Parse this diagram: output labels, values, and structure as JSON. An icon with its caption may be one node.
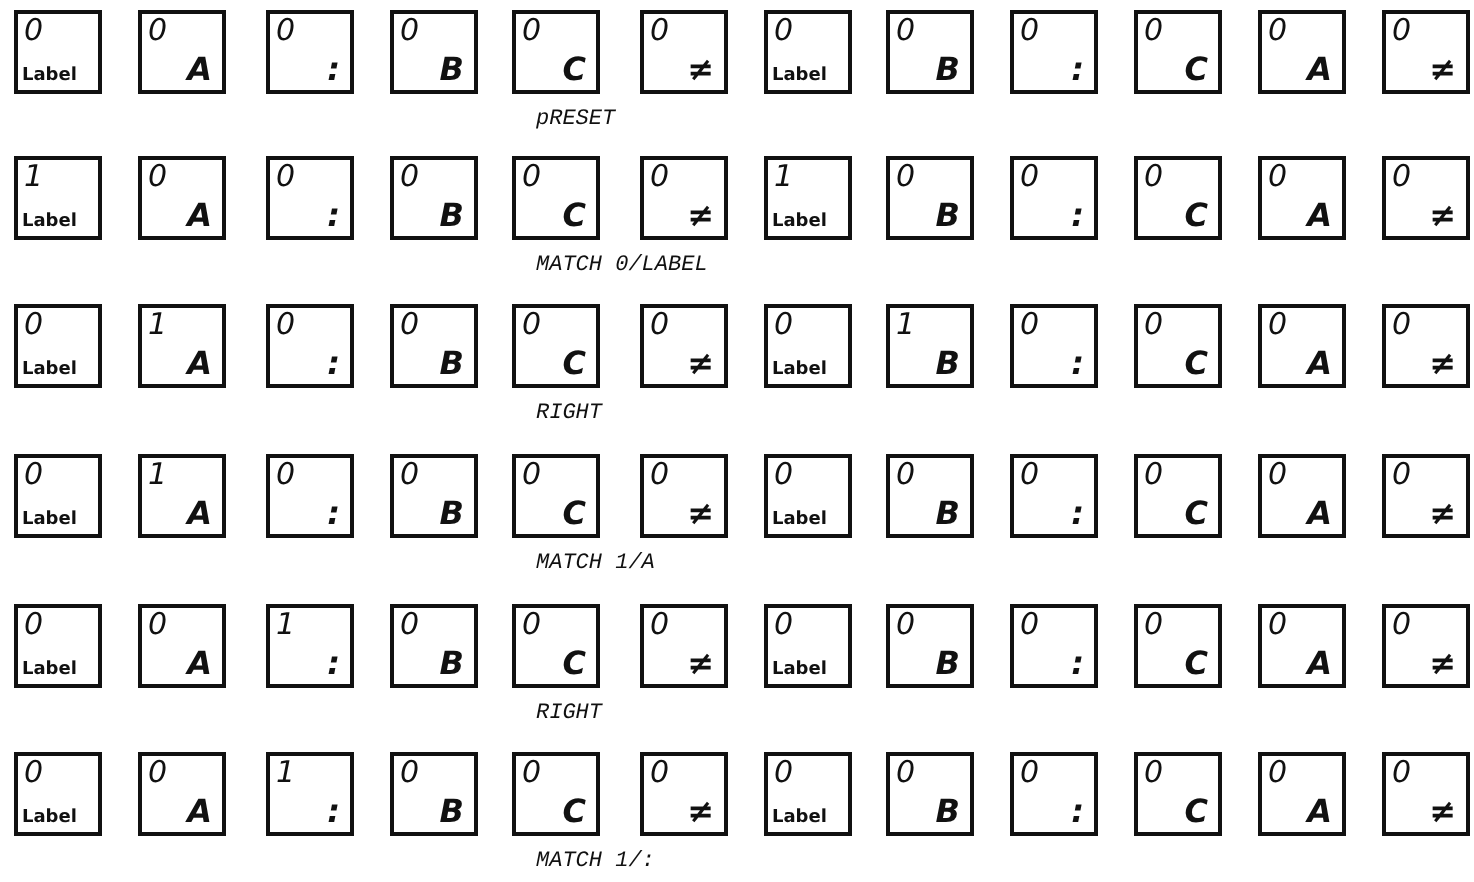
{
  "diagram": {
    "nodes": [
      {
        "text": [
          "0",
          "Label"
        ]
      },
      {
        "text": [
          "0",
          "A"
        ]
      },
      {
        "text": [
          "0",
          ":"
        ]
      },
      {
        "text": [
          "0",
          "B"
        ]
      },
      {
        "text": [
          "0",
          "C"
        ]
      },
      {
        "text": [
          "0",
          "≠"
        ]
      },
      {
        "text": [
          "0",
          "Label"
        ]
      },
      {
        "text": [
          "0",
          "B"
        ]
      },
      {
        "text": [
          "0",
          ":"
        ]
      },
      {
        "text": [
          "0",
          "C"
        ]
      },
      {
        "text": [
          "0",
          "A"
        ]
      },
      {
        "text": [
          "0",
          "≠"
        ]
      },
      {
        "text": [
          "1",
          "Label"
        ]
      },
      {
        "text": [
          "0",
          "A"
        ]
      },
      {
        "text": [
          "0",
          ":"
        ]
      },
      {
        "text": [
          "0",
          "B"
        ]
      },
      {
        "text": [
          "0",
          "C"
        ]
      },
      {
        "text": [
          "0",
          "≠"
        ]
      },
      {
        "text": [
          "1",
          "Label"
        ]
      },
      {
        "text": [
          "0",
          "B"
        ]
      },
      {
        "text": [
          "0",
          ":"
        ]
      },
      {
        "text": [
          "0",
          "C"
        ]
      },
      {
        "text": [
          "0",
          "A"
        ]
      },
      {
        "text": [
          "0",
          "≠"
        ]
      },
      {
        "text": [
          "0",
          "Label"
        ]
      },
      {
        "text": [
          "1",
          "A"
        ]
      },
      {
        "text": [
          "0",
          ":"
        ]
      },
      {
        "text": [
          "0",
          "B"
        ]
      },
      {
        "text": [
          "0",
          "C"
        ]
      },
      {
        "text": [
          "0",
          "≠"
        ]
      },
      {
        "text": [
          "0",
          "Label"
        ]
      },
      {
        "text": [
          "1",
          "B"
        ]
      },
      {
        "text": [
          "0",
          ":"
        ]
      },
      {
        "text": [
          "0",
          "C"
        ]
      },
      {
        "text": [
          "0",
          "A"
        ]
      },
      {
        "text": [
          "0",
          "≠"
        ]
      },
      {
        "text": [
          "0",
          "Label"
        ]
      },
      {
        "text": [
          "1",
          "A"
        ]
      },
      {
        "text": [
          "0",
          ":"
        ]
      },
      {
        "text": [
          "0",
          "B"
        ]
      },
      {
        "text": [
          "0",
          "C"
        ]
      },
      {
        "text": [
          "0",
          "≠"
        ]
      },
      {
        "text": [
          "0",
          "Label"
        ]
      },
      {
        "text": [
          "0",
          "B"
        ]
      },
      {
        "text": [
          "0",
          ":"
        ]
      },
      {
        "text": [
          "0",
          "C"
        ]
      },
      {
        "text": [
          "0",
          "A"
        ]
      },
      {
        "text": [
          "0",
          "≠"
        ]
      },
      {
        "text": [
          "0",
          "Label"
        ]
      },
      {
        "text": [
          "0",
          "A"
        ]
      },
      {
        "text": [
          "1",
          ":"
        ]
      },
      {
        "text": [
          "0",
          "B"
        ]
      },
      {
        "text": [
          "0",
          "C"
        ]
      },
      {
        "text": [
          "0",
          "≠"
        ]
      },
      {
        "text": [
          "0",
          "Label"
        ]
      },
      {
        "text": [
          "0",
          "B"
        ]
      },
      {
        "text": [
          "0",
          ":"
        ]
      },
      {
        "text": [
          "0",
          "C"
        ]
      },
      {
        "text": [
          "0",
          "A"
        ]
      },
      {
        "text": [
          "0",
          "≠"
        ]
      },
      {
        "text": [
          "0",
          "Label"
        ]
      },
      {
        "text": [
          "0",
          "A"
        ]
      },
      {
        "text": [
          "1",
          ":"
        ]
      },
      {
        "text": [
          "0",
          "B"
        ]
      },
      {
        "text": [
          "0",
          "C"
        ]
      },
      {
        "text": [
          "0",
          "≠"
        ]
      },
      {
        "text": [
          "0",
          "Label"
        ]
      },
      {
        "text": [
          "0",
          "B"
        ]
      },
      {
        "text": [
          "0",
          ":"
        ]
      },
      {
        "text": [
          "0",
          "C"
        ]
      },
      {
        "text": [
          "0",
          "A"
        ]
      },
      {
        "text": [
          "0",
          "≠"
        ]
      }
    ],
    "labels": [
      "pRESET",
      "MATCH 0/LABEL",
      "RIGHT",
      "MATCH 1/A",
      "RIGHT",
      "MATCH 1/:"
    ]
  }
}
